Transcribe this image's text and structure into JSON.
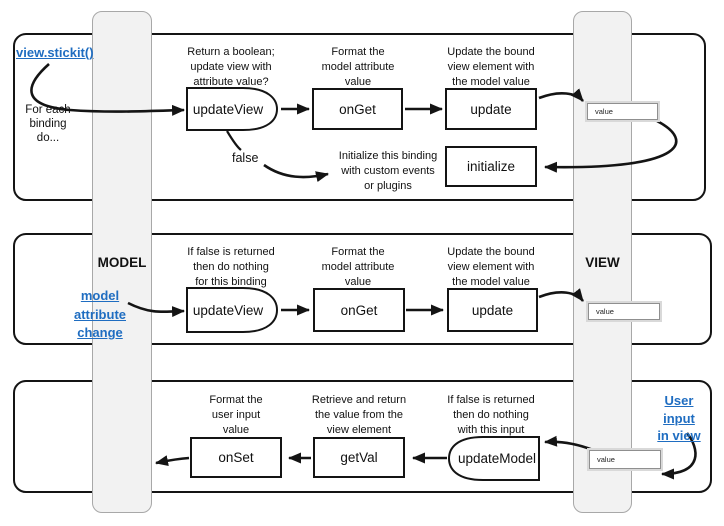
{
  "colors": {
    "link_blue": "#1f6dc1",
    "bar_fill": "#f2f2f2",
    "bar_border": "#a8a8a8",
    "line_color": "#141414"
  },
  "bars": {
    "model_label": "MODEL",
    "view_label": "VIEW"
  },
  "panel1": {
    "link_stickit": "view.stickit()",
    "for_each": "For each\nbinding\ndo...",
    "note_updateview": "Return a boolean;\nupdate view with\nattribute value?",
    "note_onget": "Format the\nmodel attribute\nvalue",
    "note_update": "Update the bound\nview element with\nthe model value",
    "false_label": "false",
    "note_initialize": "Initialize this binding\nwith custom events\nor plugins",
    "updateview": "updateView",
    "onget": "onGet",
    "update": "update",
    "initialize": "initialize",
    "input_value": "value"
  },
  "panel2": {
    "link_model_change": "model\nattribute\nchange",
    "note_updateview": "If false is returned\nthen do nothing\nfor this binding",
    "note_onget": "Format the\nmodel attribute\nvalue",
    "note_update": "Update the bound\nview element with\nthe model value",
    "updateview": "updateView",
    "onget": "onGet",
    "update": "update",
    "input_value": "value"
  },
  "panel3": {
    "link_user_input": "User\ninput\nin view",
    "note_onset": "Format the\nuser input\nvalue",
    "note_getval": "Retrieve and return\nthe value from the\nview element",
    "note_updatemodel": "If false is returned\nthen do nothing\nwith this input",
    "onset": "onSet",
    "getval": "getVal",
    "updatemodel": "updateModel",
    "input_value": "value"
  }
}
